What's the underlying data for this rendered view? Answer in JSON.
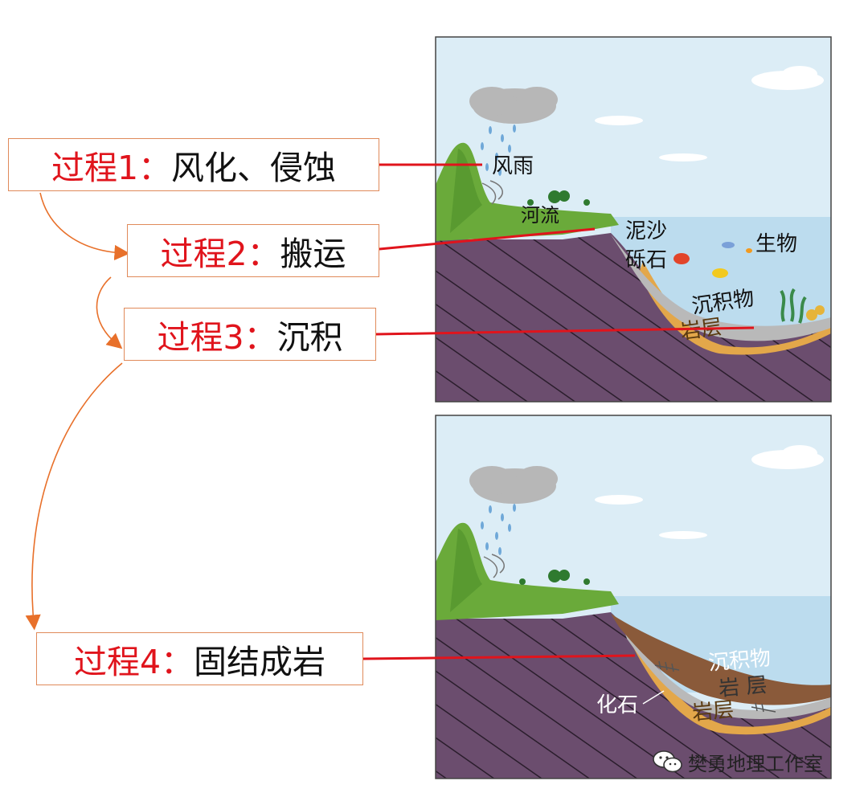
{
  "processes": [
    {
      "prefix": "过程1：",
      "text": "风化、侵蚀"
    },
    {
      "prefix": "过程2：",
      "text": "搬运"
    },
    {
      "prefix": "过程3：",
      "text": "沉积"
    },
    {
      "prefix": "过程4：",
      "text": "固结成岩"
    }
  ],
  "top_panel": {
    "labels": {
      "wind_rain": "风雨",
      "river": "河流",
      "mud_sand": "泥沙",
      "gravel": "砾石",
      "organisms": "生物",
      "sediment": "沉积物",
      "rock_layer": "岩层"
    }
  },
  "bottom_panel": {
    "labels": {
      "sediment": "沉积物",
      "rock_layer_1": "岩 层",
      "rock_layer_2": "岩层",
      "fossil": "化石"
    }
  },
  "watermark": {
    "text": "樊勇地理工作室",
    "icon": "wechat-icon"
  },
  "colors": {
    "label_red": "#e0141c",
    "arrow_orange": "#e8702a",
    "bedrock": "#6b4d6e",
    "sky": "#d8ecf5",
    "sea": "#b9dcef",
    "grass": "#6aaa3a",
    "sediment_orange": "#e3a74a"
  }
}
